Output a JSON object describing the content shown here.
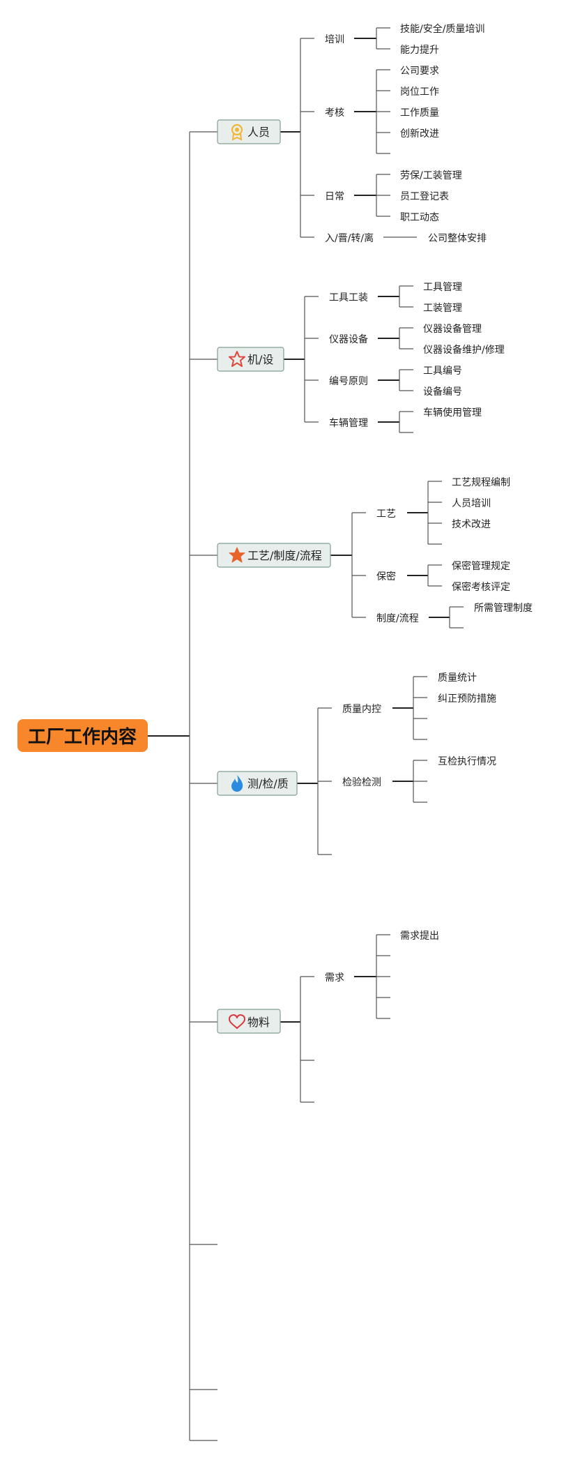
{
  "root": {
    "label": "工厂工作内容",
    "color": "#F7872A"
  },
  "category_style": {
    "fill": "#E8EEEB",
    "stroke": "#7FA08E"
  },
  "categories": [
    {
      "label": "人员",
      "icon": "medal-icon",
      "icon_color": "#F2B632",
      "children": [
        {
          "label": "培训",
          "children": [
            "技能/安全/质量培训",
            "能力提升"
          ]
        },
        {
          "label": "考核",
          "children": [
            "公司要求",
            "岗位工作",
            "工作质量",
            "创新改进",
            ""
          ]
        },
        {
          "label": "日常",
          "children": [
            "劳保/工装管理",
            "员工登记表",
            "职工动态"
          ]
        },
        {
          "label": "入/晋/转/离",
          "children": [
            "公司整体安排"
          ]
        }
      ]
    },
    {
      "label": "机/设",
      "icon": "star-outline-icon",
      "icon_color": "#E0463A",
      "children": [
        {
          "label": "工具工装",
          "children": [
            "工具管理",
            "工装管理"
          ]
        },
        {
          "label": "仪器设备",
          "children": [
            "仪器设备管理",
            "仪器设备维护/修理"
          ]
        },
        {
          "label": "编号原则",
          "children": [
            "工具编号",
            "设备编号"
          ]
        },
        {
          "label": "车辆管理",
          "children": [
            "车辆使用管理",
            ""
          ]
        }
      ]
    },
    {
      "label": "工艺/制度/流程",
      "icon": "star-filled-icon",
      "icon_color": "#E8622C",
      "children": [
        {
          "label": "工艺",
          "children": [
            "工艺规程编制",
            "人员培训",
            "技术改进",
            ""
          ]
        },
        {
          "label": "保密",
          "children": [
            "保密管理规定",
            "保密考核评定"
          ]
        },
        {
          "label": "制度/流程",
          "children": [
            "所需管理制度",
            ""
          ]
        }
      ]
    },
    {
      "label": "测/检/质",
      "icon": "flame-icon",
      "icon_color": "#2B8BE0",
      "children": [
        {
          "label": "质量内控",
          "children": [
            "质量统计",
            "纠正预防措施",
            "",
            ""
          ]
        },
        {
          "label": "检验检测",
          "children": [
            "互检执行情况",
            "",
            ""
          ]
        },
        {
          "label": "",
          "children": []
        }
      ]
    },
    {
      "label": "物料",
      "icon": "heart-icon",
      "icon_color": "#D9363E",
      "children": [
        {
          "label": "需求",
          "children": [
            "需求提出",
            "",
            "",
            "",
            ""
          ]
        },
        {
          "label": "",
          "children": []
        },
        {
          "label": "",
          "children": []
        }
      ]
    },
    {
      "label": "",
      "icon": "",
      "icon_color": "",
      "children": []
    },
    {
      "label": "",
      "icon": "",
      "icon_color": "",
      "children": []
    },
    {
      "label": "",
      "icon": "",
      "icon_color": "",
      "children": []
    }
  ]
}
